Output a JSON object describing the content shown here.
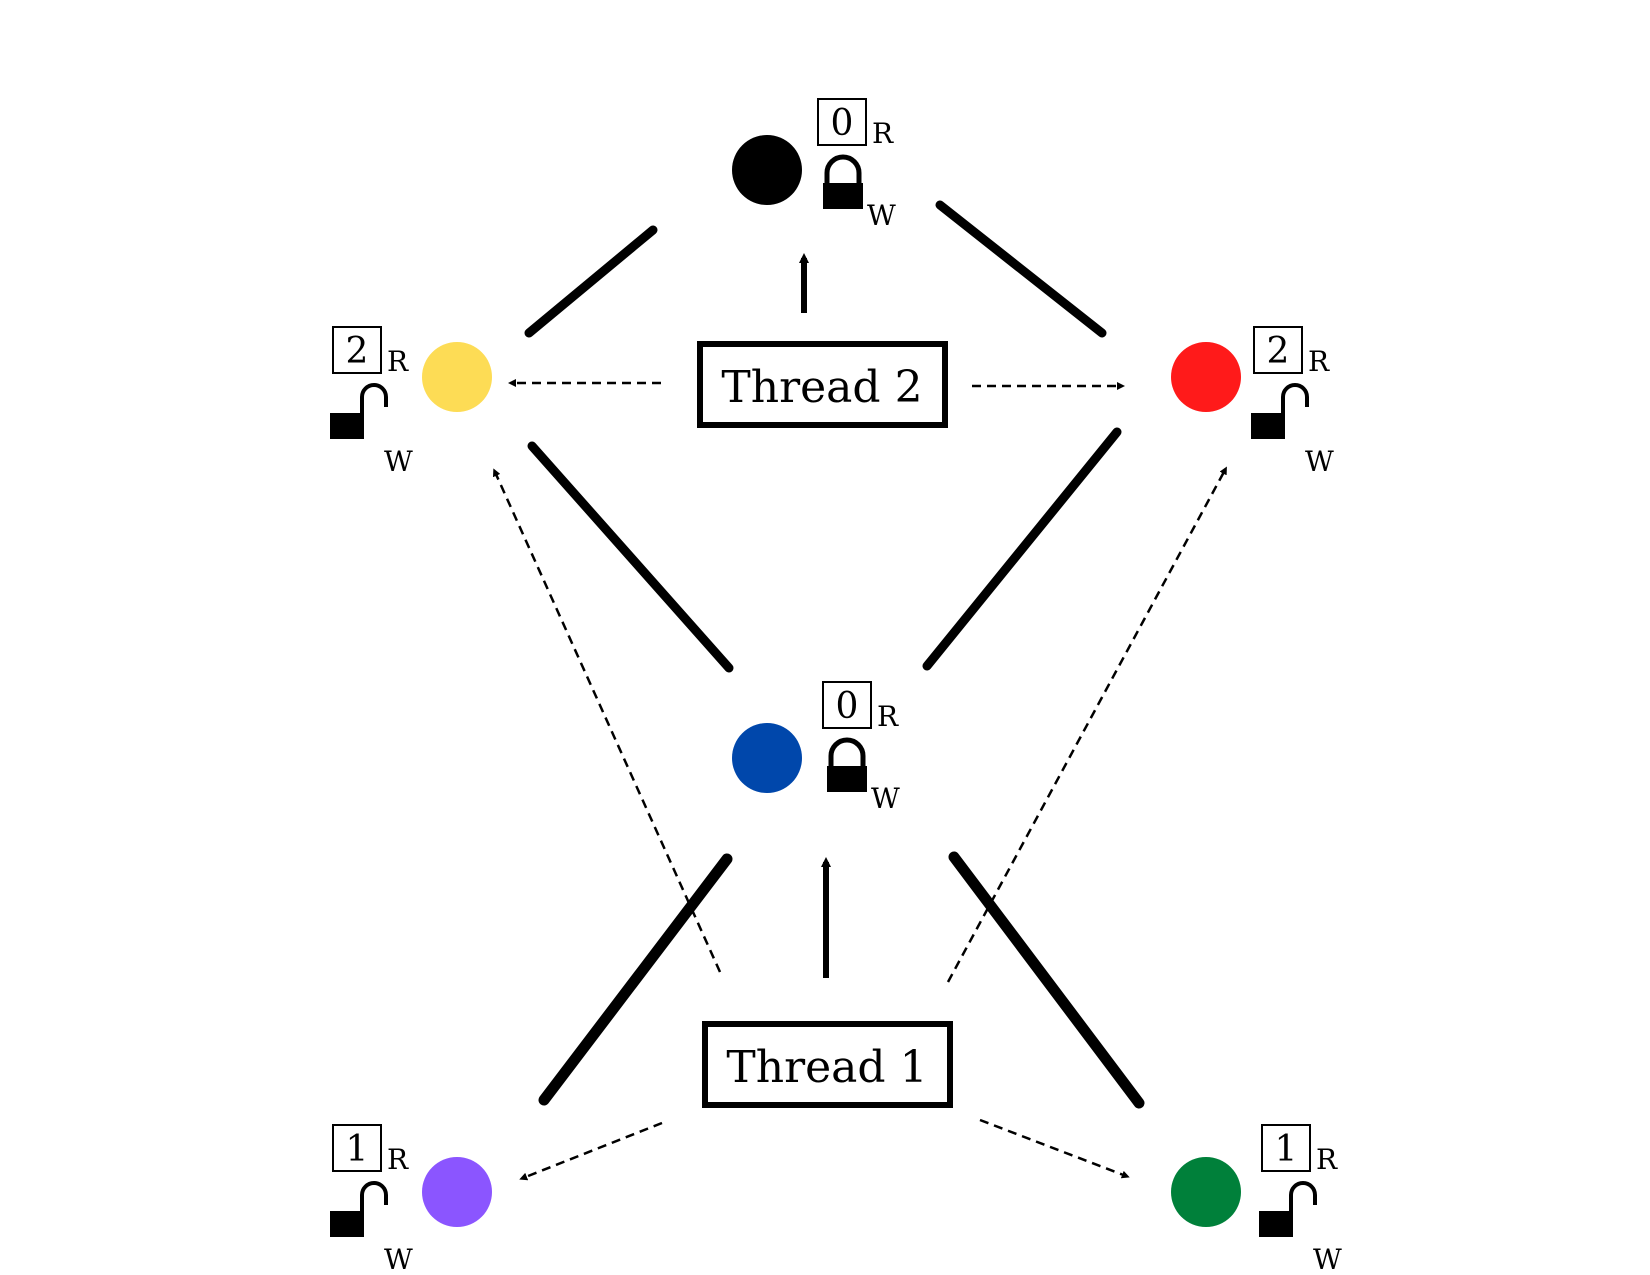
{
  "colors": {
    "ink": "#000000",
    "background": "#ffffff"
  },
  "nodes": [
    {
      "id": "top",
      "color": "#000000",
      "count": "0",
      "read_label": "R",
      "write_label": "W",
      "lock": "locked"
    },
    {
      "id": "left",
      "color": "#FDDC55",
      "count": "2",
      "read_label": "R",
      "write_label": "W",
      "lock": "unlocked"
    },
    {
      "id": "right",
      "color": "#FF1A1A",
      "count": "2",
      "read_label": "R",
      "write_label": "W",
      "lock": "unlocked"
    },
    {
      "id": "center",
      "color": "#0047AB",
      "count": "0",
      "read_label": "R",
      "write_label": "W",
      "lock": "locked"
    },
    {
      "id": "bottom-left",
      "color": "#8B55FF",
      "count": "1",
      "read_label": "R",
      "write_label": "W",
      "lock": "unlocked"
    },
    {
      "id": "bottom-right",
      "color": "#00803A",
      "count": "1",
      "read_label": "R",
      "write_label": "W",
      "lock": "unlocked"
    }
  ],
  "edges": [
    {
      "from": "top",
      "to": "left"
    },
    {
      "from": "top",
      "to": "right"
    },
    {
      "from": "left",
      "to": "center"
    },
    {
      "from": "right",
      "to": "center"
    },
    {
      "from": "center",
      "to": "bottom-left"
    },
    {
      "from": "center",
      "to": "bottom-right"
    }
  ],
  "threads": [
    {
      "id": "thread-2",
      "label": "Thread 2",
      "points_to": "top",
      "pending": [
        "left",
        "right"
      ]
    },
    {
      "id": "thread-1",
      "label": "Thread 1",
      "points_to": "center",
      "pending": [
        "left",
        "right",
        "bottom-left",
        "bottom-right"
      ]
    }
  ]
}
